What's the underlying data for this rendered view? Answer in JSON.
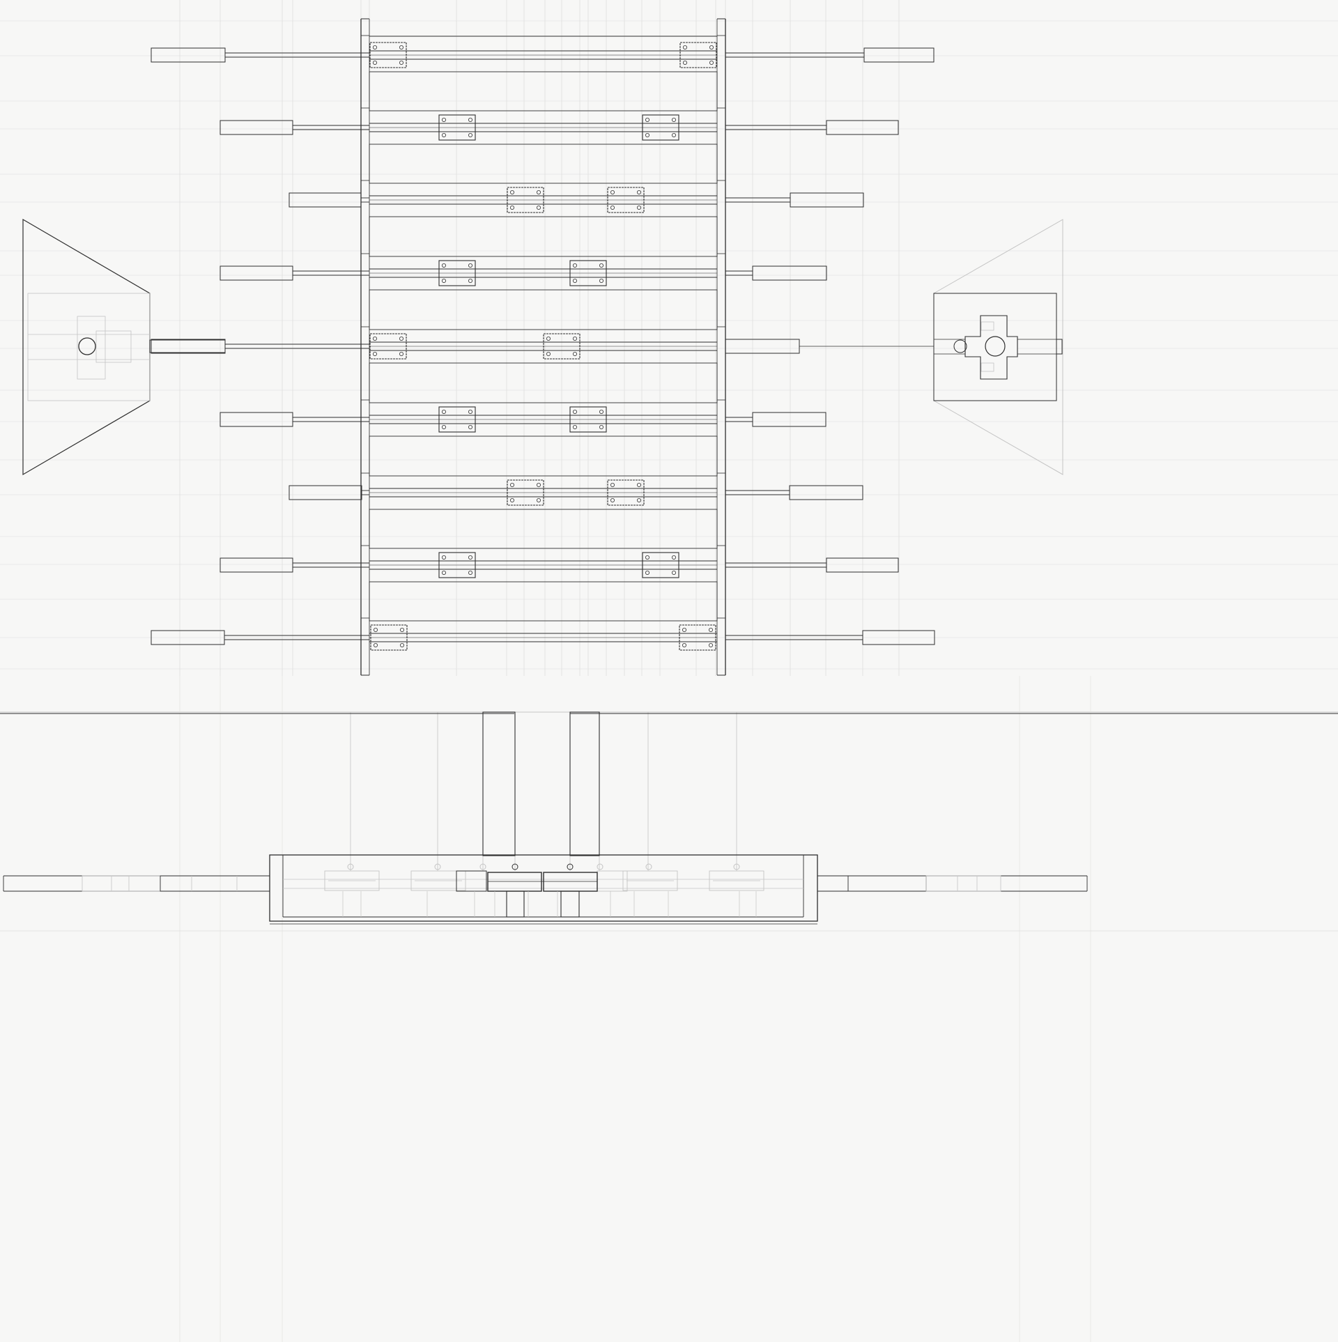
{
  "sheet": {
    "paper_color": "#f7f7f6",
    "ink_color": "#2e2e2e",
    "construction_line_color": "#c4c4c4",
    "faint_line_color": "#dedede",
    "text_content": ""
  },
  "views": {
    "plan_view": {
      "description_visible": false,
      "rail_rows": 9,
      "pillow_blocks_per_row": 2,
      "rods_per_row": 2
    },
    "elevation_view": {
      "description_visible": false
    }
  },
  "end_handles": [
    "left-handle",
    "right-handle"
  ]
}
